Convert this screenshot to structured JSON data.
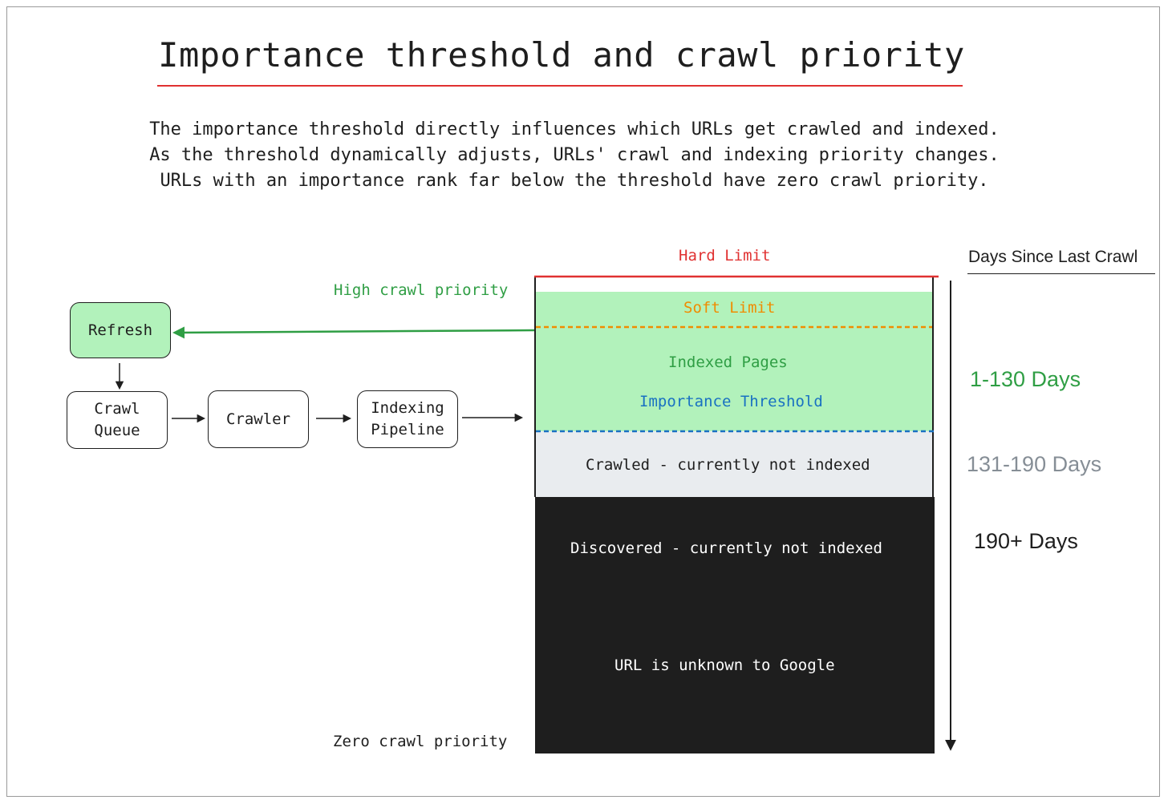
{
  "title": "Importance threshold and crawl priority",
  "subtitle": [
    "The importance threshold directly influences which URLs get crawled and indexed.",
    "As the threshold dynamically adjusts, URLs' crawl and indexing priority changes.",
    "URLs with an importance rank far below the threshold have zero crawl priority."
  ],
  "flow": {
    "refresh": "Refresh",
    "crawl_queue": "Crawl\nQueue",
    "crawler": "Crawler",
    "indexing_pipeline": "Indexing\nPipeline"
  },
  "priority": {
    "high": "High crawl priority",
    "zero": "Zero crawl priority"
  },
  "stack": {
    "hard_limit": "Hard Limit",
    "soft_limit": "Soft Limit",
    "indexed_pages": "Indexed Pages",
    "importance_threshold": "Importance Threshold",
    "crawled_not_indexed": "Crawled - currently not indexed",
    "discovered_not_indexed": "Discovered - currently not indexed",
    "unknown": "URL is unknown to Google"
  },
  "days": {
    "header": "Days Since Last Crawl",
    "range_1": "1-130 Days",
    "range_2": "131-190 Days",
    "range_3": "190+ Days"
  },
  "colors": {
    "hard_limit": "#e03131",
    "soft_limit": "#f08c00",
    "green_text": "#2f9e44",
    "threshold": "#1971c2",
    "indexed_fill": "#b2f2bb",
    "crawled_fill": "#e9ecef",
    "dark_fill": "#1e1e1e",
    "grey_text": "#868e96"
  }
}
